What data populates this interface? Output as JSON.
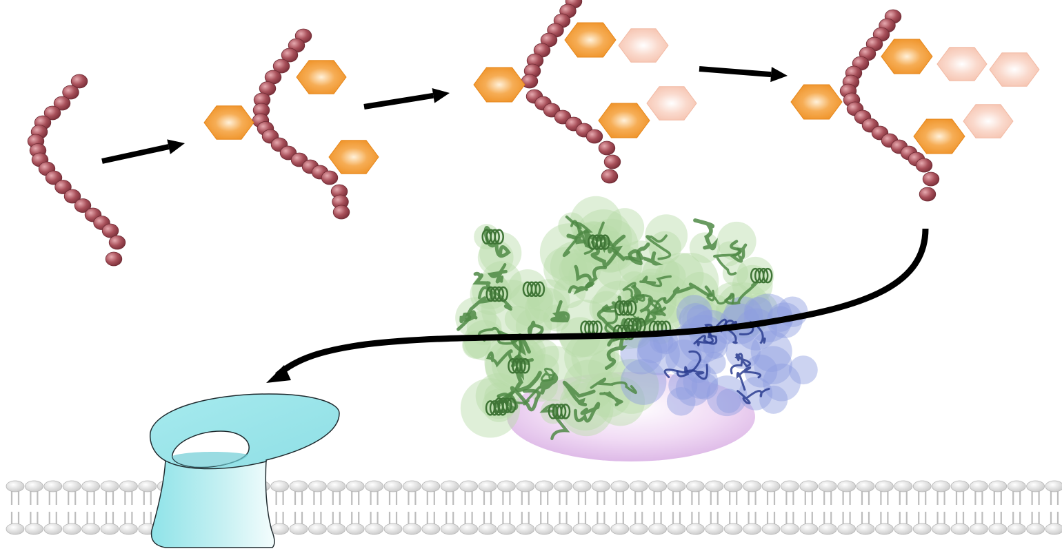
{
  "figure": {
    "stages": [
      {
        "id": "stage-1",
        "primary_branches": 0,
        "secondary_units": 0
      },
      {
        "id": "stage-2",
        "primary_branches": 3,
        "secondary_units": 0
      },
      {
        "id": "stage-3",
        "primary_branches": 3,
        "secondary_units": 2
      },
      {
        "id": "stage-4",
        "primary_branches": 3,
        "secondary_units": 3
      }
    ],
    "step_arrows": 3,
    "colors": {
      "chain_bead": "#a8505a",
      "chain_bead_highlight": "#d7949a",
      "chain_bead_edge": "#6e2a33",
      "hexagon_primary": "#f0952a",
      "hexagon_primary_highlight": "#ffe6c0",
      "hexagon_secondary": "#f7c9b6",
      "hexagon_secondary_highlight": "#fff2ec",
      "arrow": "#000000",
      "enzyme_green": "#4f8a45",
      "enzyme_surface": "#b7dba8",
      "enzyme_blue": "#2a3c8f",
      "enzyme_blue_surface": "#8f9de0",
      "sphere": "#e8c9ef",
      "channel": "#9fe6ea",
      "channel_edge": "#1f2a2e",
      "membrane_head": "#dadada",
      "membrane_tail": "#bdbdbd"
    },
    "icons": [
      "glucan-chain-icon",
      "glucose-hexagon-icon",
      "step-arrow-icon",
      "enzyme-structure-icon",
      "transporter-channel-icon",
      "lipid-bilayer-icon"
    ]
  }
}
